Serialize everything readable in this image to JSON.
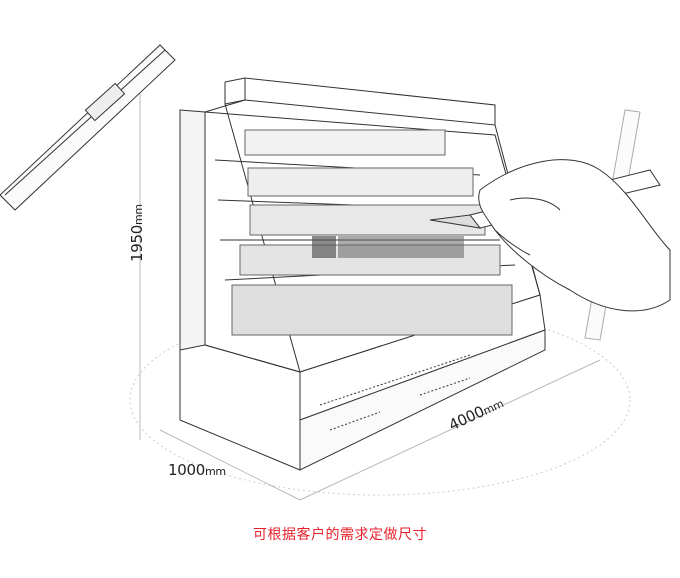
{
  "dimensions": {
    "height_value": "1950",
    "height_unit": "mm",
    "depth_value": "1000",
    "depth_unit": "mm",
    "width_value": "4000",
    "width_unit": "mm"
  },
  "caption": "可根据客户的需求定做尺寸",
  "watermark_text": "",
  "colors": {
    "caption": "#e8212b",
    "line": "#333333"
  },
  "icons": [
    "ruler-icon",
    "pencil-icon",
    "hand-icon",
    "refrigerated-display-cabinet"
  ]
}
